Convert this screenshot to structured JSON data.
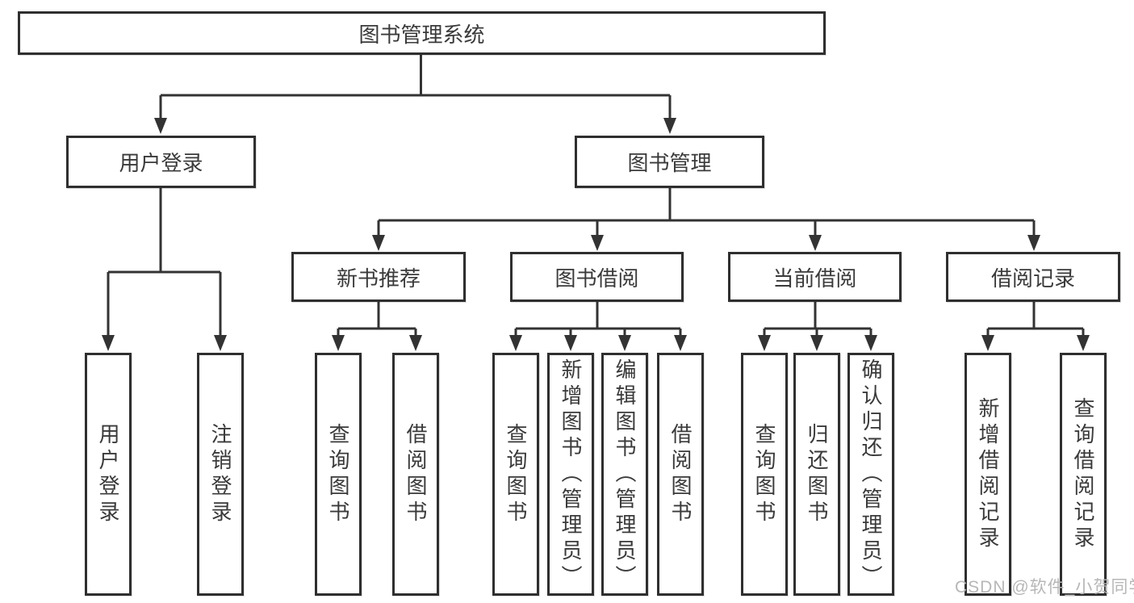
{
  "colors": {
    "line": "#333333",
    "box_border": "#2f2f2f",
    "text": "#3a3a3a",
    "watermark": "#b7b7b7",
    "background": "#ffffff"
  },
  "tree": {
    "label": "图书管理系统",
    "children": [
      {
        "label": "用户登录",
        "children": [
          {
            "label": "用户登录"
          },
          {
            "label": "注销登录"
          }
        ]
      },
      {
        "label": "图书管理",
        "children": [
          {
            "label": "新书推荐",
            "children": [
              {
                "label": "查询图书"
              },
              {
                "label": "借阅图书"
              }
            ]
          },
          {
            "label": "图书借阅",
            "children": [
              {
                "label": "查询图书"
              },
              {
                "label": "新增图书（管理员）"
              },
              {
                "label": "编辑图书（管理员）"
              },
              {
                "label": "借阅图书"
              }
            ]
          },
          {
            "label": "当前借阅",
            "children": [
              {
                "label": "查询图书"
              },
              {
                "label": "归还图书"
              },
              {
                "label": "确认归还（管理员）"
              }
            ]
          },
          {
            "label": "借阅记录",
            "children": [
              {
                "label": "新增借阅记录"
              },
              {
                "label": "查询借阅记录"
              }
            ]
          }
        ]
      }
    ]
  },
  "watermark": {
    "text": "CSDN @软件_小贺同学"
  }
}
